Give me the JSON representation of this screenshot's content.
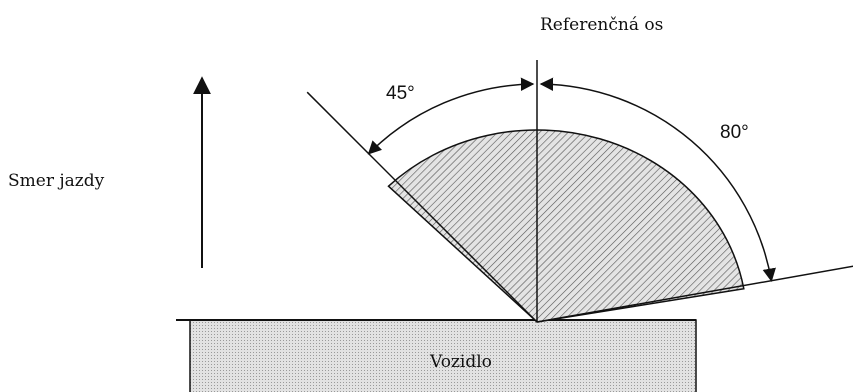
{
  "labels": {
    "reference_axis": "Referenčná os",
    "travel_direction": "Smer jazdy",
    "vehicle": "Vozidlo",
    "angle_left": "45°",
    "angle_right": "80°"
  },
  "angles": {
    "left_deg": 45,
    "right_deg": 80
  },
  "colors": {
    "line": "#111111",
    "hatch": "#555555",
    "sector_fill": "#dddddd",
    "vehicle_fill": "#d9d9d9",
    "background": "#ffffff"
  }
}
